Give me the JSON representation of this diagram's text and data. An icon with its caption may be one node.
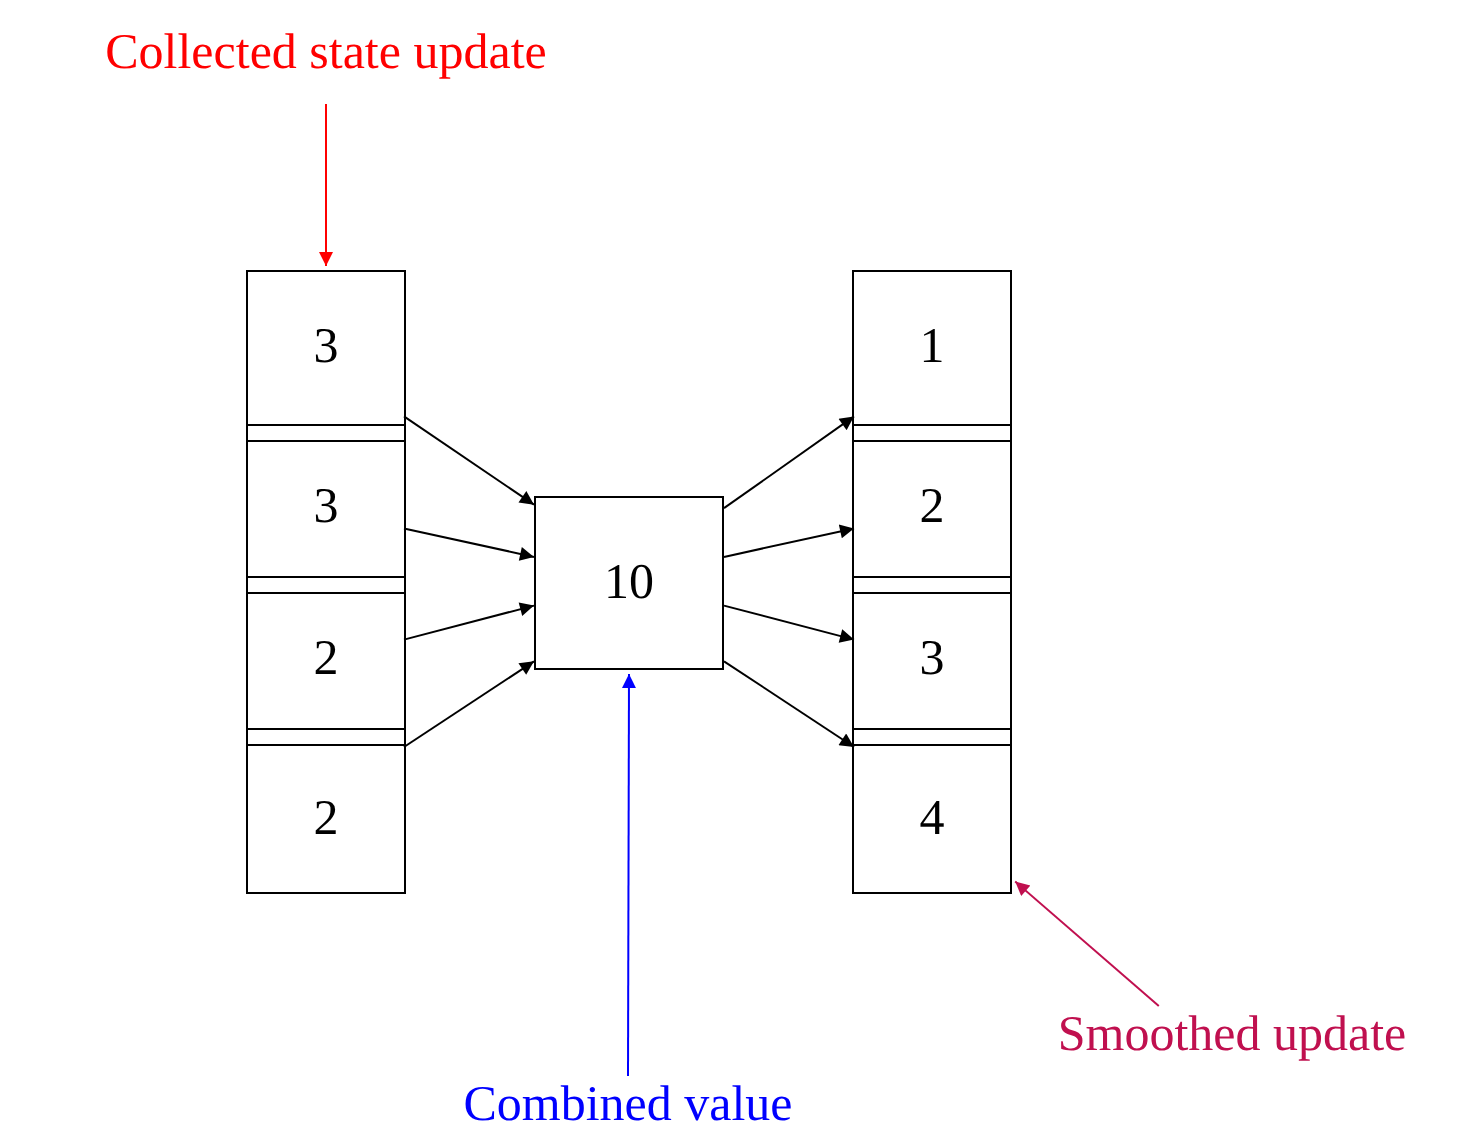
{
  "diagram": {
    "nodes": [
      {
        "text": [
          "Collected state update"
        ]
      },
      {
        "text": [],
        "shape": "box"
      },
      {
        "text": [
          "3"
        ],
        "in": 1
      },
      {
        "text": [
          "3"
        ],
        "in": 1
      },
      {
        "text": [
          "2"
        ],
        "in": 1
      },
      {
        "text": [
          "2"
        ],
        "in": 1
      },
      {
        "text": [
          "10"
        ]
      },
      {
        "text": [],
        "shape": "box"
      },
      {
        "text": [
          "1"
        ],
        "in": 7
      },
      {
        "text": [
          "2"
        ],
        "in": 7
      },
      {
        "text": [
          "3"
        ],
        "in": 7
      },
      {
        "text": [
          "4"
        ],
        "in": 7
      },
      {
        "text": [
          "Combined value"
        ]
      },
      {
        "text": [
          "Smoothed update"
        ]
      }
    ],
    "edges": [
      {
        "from": 0,
        "to": 1,
        "arrow": "to",
        "color": "#ff0000"
      },
      {
        "from": 2,
        "to": 6,
        "arrow": "to"
      },
      {
        "from": 3,
        "to": 6,
        "arrow": "to"
      },
      {
        "from": 4,
        "to": 6,
        "arrow": "to"
      },
      {
        "from": 5,
        "to": 6,
        "arrow": "to"
      },
      {
        "from": 6,
        "to": 8,
        "arrow": "to"
      },
      {
        "from": 6,
        "to": 9,
        "arrow": "to"
      },
      {
        "from": 6,
        "to": 10,
        "arrow": "to"
      },
      {
        "from": 6,
        "to": 11,
        "arrow": "to"
      },
      {
        "from": 12,
        "to": 6,
        "arrow": "to",
        "color": "#0000ff"
      },
      {
        "from": 13,
        "to": 7,
        "arrow": "to",
        "color": "#c0104f"
      }
    ]
  }
}
